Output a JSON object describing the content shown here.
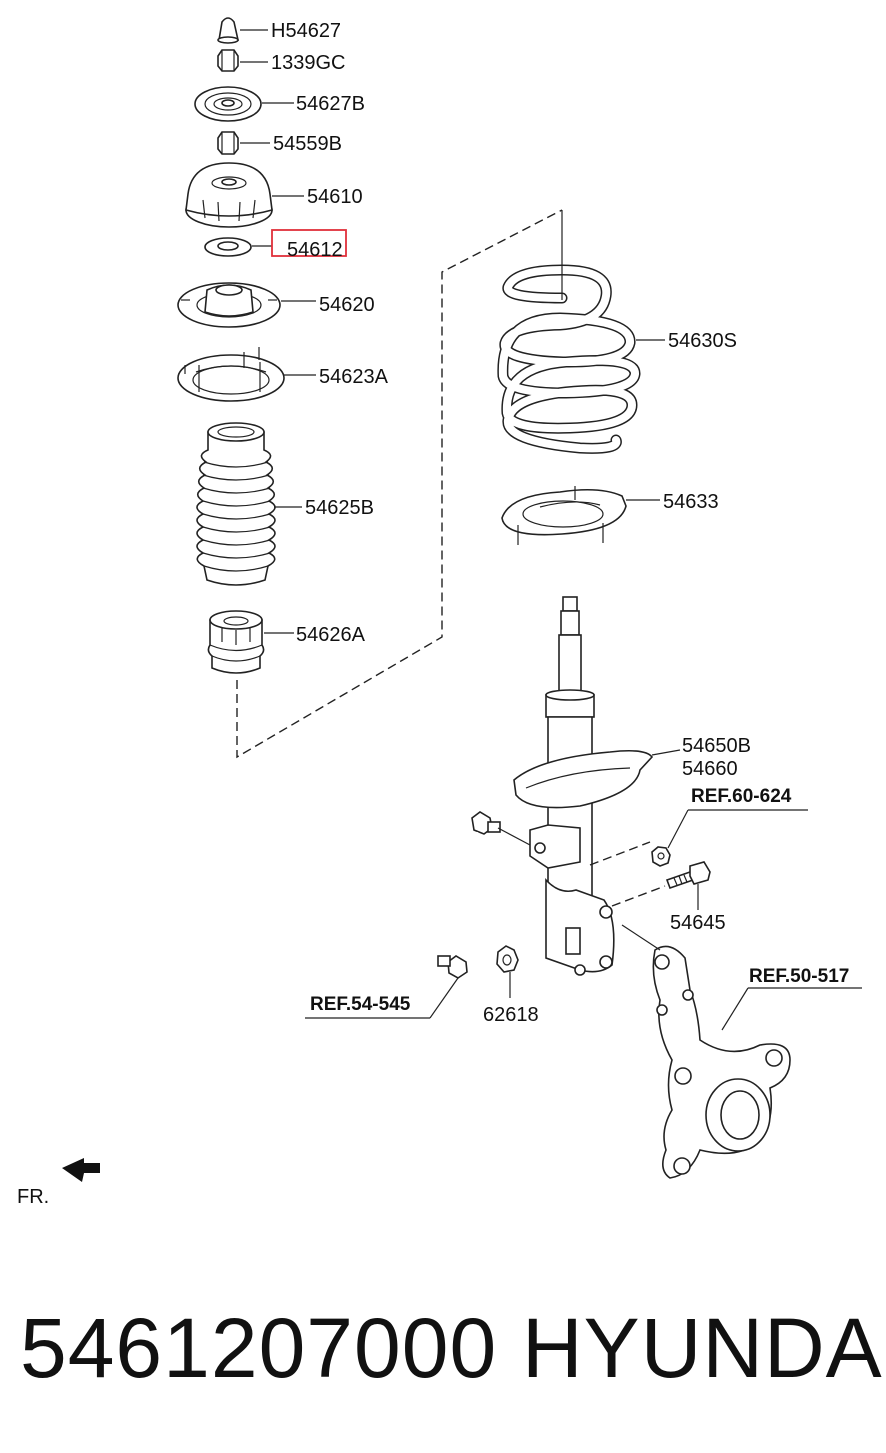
{
  "labels": {
    "h54627": "H54627",
    "p1339gc": "1339GC",
    "p54627b": "54627B",
    "p54559b": "54559B",
    "p54610": "54610",
    "p54612": "54612",
    "p54620": "54620",
    "p54623a": "54623A",
    "p54625b": "54625B",
    "p54626a": "54626A",
    "p54630s": "54630S",
    "p54633": "54633",
    "p54650b": "54650B",
    "p54660": "54660",
    "ref60624": "REF.60-624",
    "p54645": "54645",
    "ref50517": "REF.50-517",
    "ref54545": "REF.54-545",
    "p62618": "62618",
    "fr": "FR."
  },
  "highlight_color": "#e0303a",
  "footer": {
    "part_number": "5461207000",
    "brand": "HYUNDAI"
  }
}
